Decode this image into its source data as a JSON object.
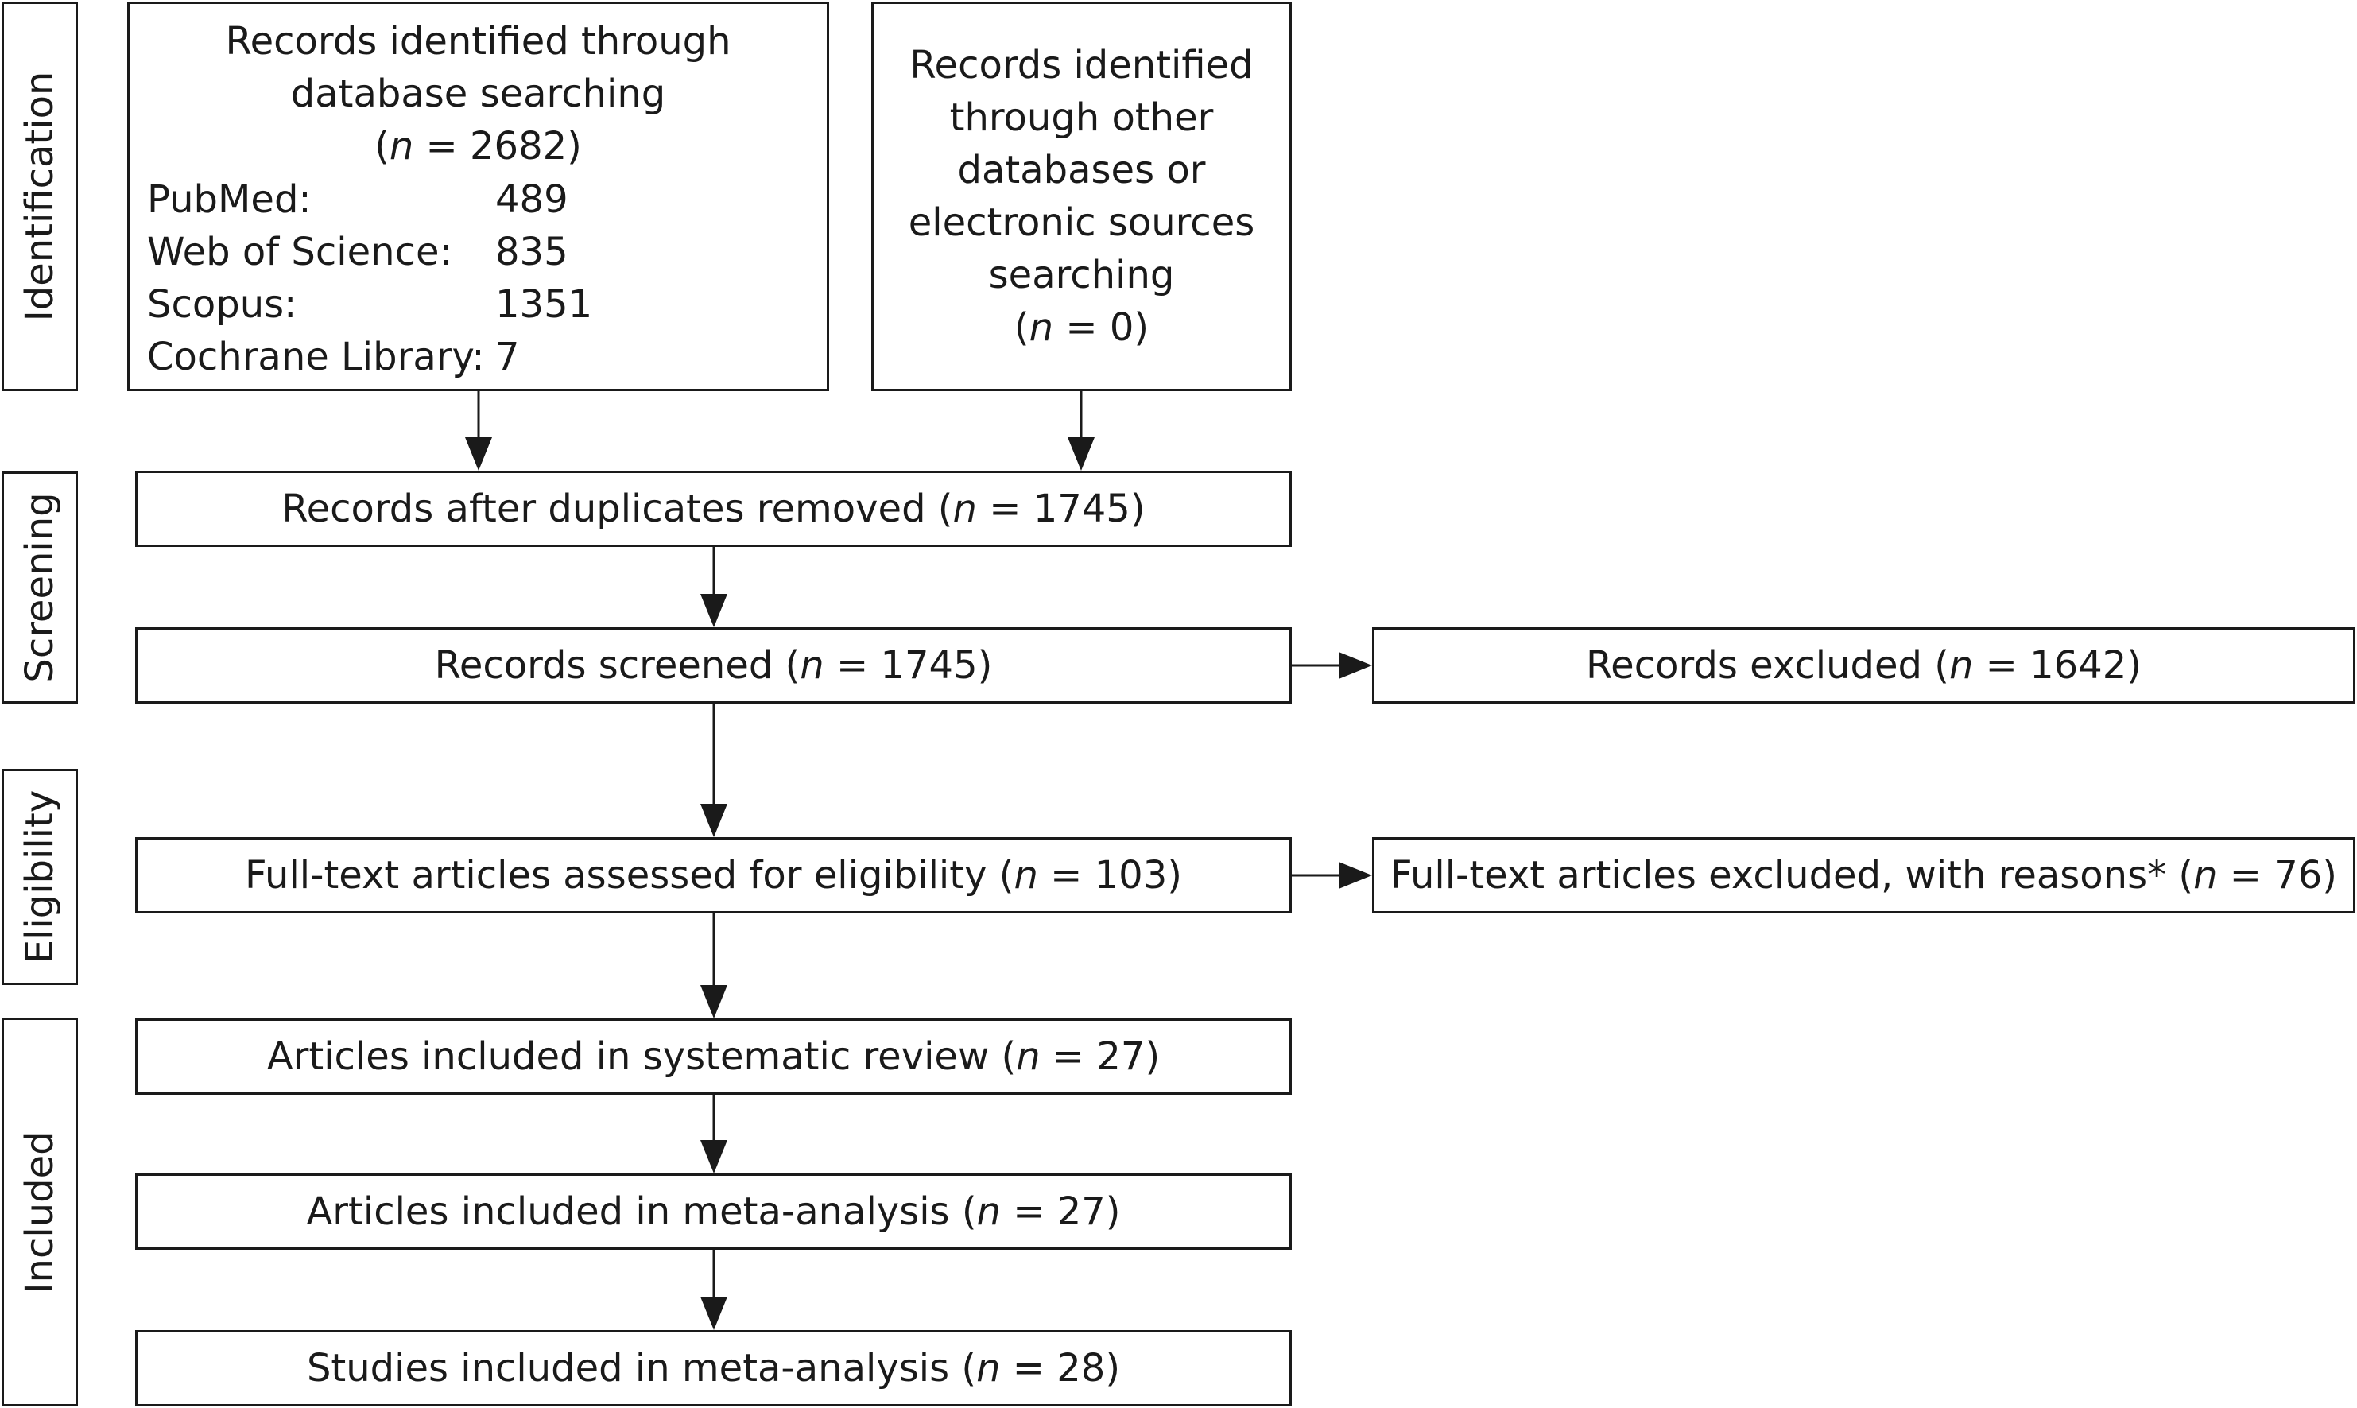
{
  "phases": {
    "identification": "Identification",
    "screening": "Screening",
    "eligibility": "Eligibility",
    "included": "Included"
  },
  "db_search": {
    "line1": "Records identified through",
    "line2": "database searching",
    "count_open": "(",
    "count_n": "n",
    "count_rest": " = 2682)",
    "sources": [
      {
        "name": "PubMed:",
        "value": "489"
      },
      {
        "name": "Web of Science:",
        "value": "835"
      },
      {
        "name": "Scopus:",
        "value": "1351"
      },
      {
        "name": "Cochrane Library:",
        "value": "7"
      }
    ]
  },
  "other_search": {
    "lines": [
      "Records identified",
      "through other",
      "databases or",
      "electronic sources",
      "searching"
    ],
    "count_open": "(",
    "count_n": "n",
    "count_rest": " = 0)"
  },
  "boxes": {
    "duplicates_removed": {
      "text": "Records after duplicates removed (",
      "n": "n",
      "rest": " = 1745)"
    },
    "screened": {
      "text": "Records screened (",
      "n": "n",
      "rest": " = 1745)"
    },
    "excluded": {
      "text": "Records excluded (",
      "n": "n",
      "rest": " = 1642)"
    },
    "fulltext_assessed": {
      "text": "Full-text articles assessed for eligibility (",
      "n": "n",
      "rest": " = 103)"
    },
    "fulltext_excluded": {
      "text": "Full-text articles excluded, with reasons* (",
      "n": "n",
      "rest": " = 76)"
    },
    "systematic_review": {
      "text": "Articles included in systematic review (",
      "n": "n",
      "rest": " = 27)"
    },
    "meta_analysis_articles": {
      "text": "Articles included in meta-analysis (",
      "n": "n",
      "rest": " = 27)"
    },
    "meta_analysis_studies": {
      "text": "Studies included in meta-analysis (",
      "n": "n",
      "rest": " = 28)"
    }
  }
}
